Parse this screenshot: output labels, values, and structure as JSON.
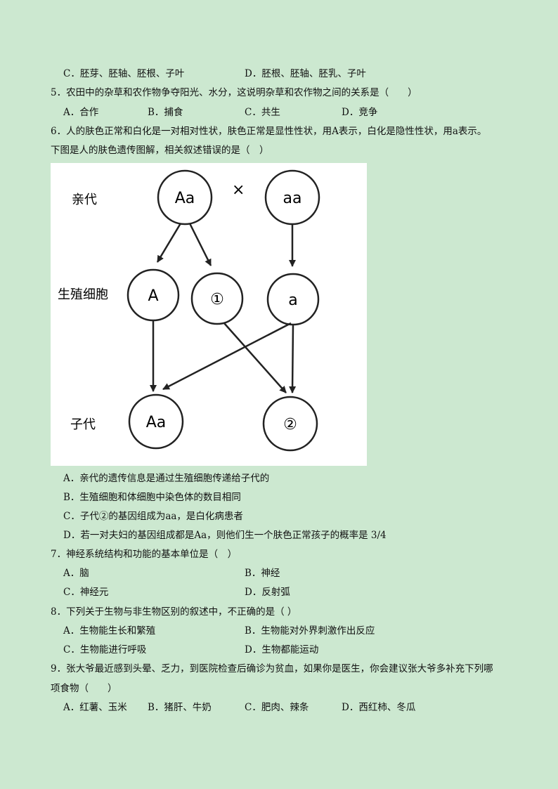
{
  "q4": {
    "options": [
      {
        "text": "C．胚芽、胚轴、胚根、子叶"
      },
      {
        "text": "D．胚根、胚轴、胚乳、子叶"
      }
    ]
  },
  "q5": {
    "stem": "5．农田中的杂草和农作物争夺阳光、水分，这说明杂草和农作物之间的关系是（　　）",
    "options": [
      {
        "text": "A．合作"
      },
      {
        "text": "B．捕食"
      },
      {
        "text": "C．共生"
      },
      {
        "text": "D．竞争"
      }
    ]
  },
  "q6": {
    "stem_line1": "6．人的肤色正常和白化是一对相对性状，肤色正常是显性性状，用A表示，白化是隐性性状，用a表示。",
    "stem_line2": "下图是人的肤色遗传图解，相关叙述错误的是（　）",
    "diagram": {
      "row_labels": {
        "parents": "亲代",
        "gametes": "生殖细胞",
        "offspring": "子代"
      },
      "cross_symbol": "×",
      "parent_left": "Aa",
      "parent_right": "aa",
      "gamete_A": "A",
      "gamete_1": "①",
      "gamete_a": "a",
      "child_left": "Aa",
      "child_2": "②"
    },
    "options": [
      {
        "text": "A．亲代的遗传信息是通过生殖细胞传递给子代的"
      },
      {
        "text": "B．生殖细胞和体细胞中染色体的数目相同"
      },
      {
        "text": "C．子代②的基因组成为aa，是白化病患者"
      },
      {
        "text": "D．若一对夫妇的基因组成都是Aa，则他们生一个肤色正常孩子的概率是 3/4"
      }
    ]
  },
  "q7": {
    "stem": "7．神经系统结构和功能的基本单位是（　）",
    "options": [
      {
        "text": "A．脑"
      },
      {
        "text": "B．神经"
      },
      {
        "text": "C．神经元"
      },
      {
        "text": "D．反射弧"
      }
    ]
  },
  "q8": {
    "stem": "8．下列关于生物与非生物区别的叙述中，不正确的是（ ）",
    "options": [
      {
        "text": "A．生物能生长和繁殖"
      },
      {
        "text": "B．生物能对外界刺激作出反应"
      },
      {
        "text": "C．生物能进行呼吸"
      },
      {
        "text": "D．生物都能运动"
      }
    ]
  },
  "q9": {
    "stem_line1": "9．张大爷最近感到头晕、乏力，到医院检查后确诊为贫血，如果你是医生，你会建议张大爷多补充下列哪",
    "stem_line2": "项食物（　　）",
    "options": [
      {
        "text": "A．红薯、玉米"
      },
      {
        "text": "B．猪肝、牛奶"
      },
      {
        "text": "C．肥肉、辣条"
      },
      {
        "text": "D．西红柿、冬瓜"
      }
    ]
  }
}
